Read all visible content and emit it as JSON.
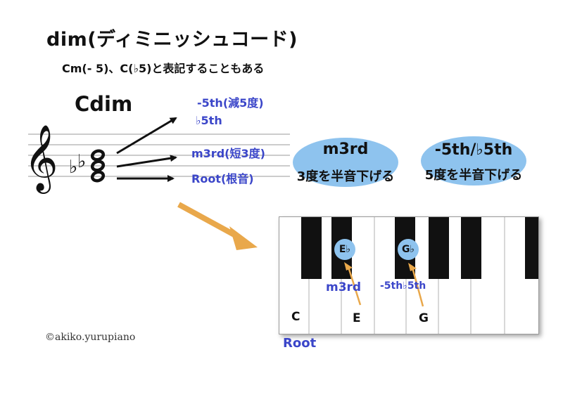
{
  "title": "dim(ディミニッシュコード)",
  "subtitle": "Cm(- 5)、C(♭5)と表記することもある",
  "chord_name": "Cdim",
  "staff_labels": {
    "fifth_line1": "-5th(減5度)",
    "fifth_line2": "♭5th",
    "third": "m3rd(短3度)",
    "root": "Root(根音)"
  },
  "ellipse_third": {
    "title": "m3rd",
    "subtitle": "3度を半音下げる"
  },
  "ellipse_fifth": {
    "title": "-5th/♭5th",
    "subtitle": "5度を半音下げる"
  },
  "piano": {
    "white_labels": {
      "c": "C",
      "e": "E",
      "g": "G"
    },
    "circle_labels": {
      "eflat": "E♭",
      "gflat": "G♭"
    },
    "third_label": "m3rd",
    "fifth_label": "-5th♭5th",
    "root_label": "Root"
  },
  "credit": "©akiko.yurupiano",
  "colors": {
    "blue_text": "#3b46c9",
    "ellipse_fill": "#8ec3ee",
    "orange": "#e9a84b"
  }
}
